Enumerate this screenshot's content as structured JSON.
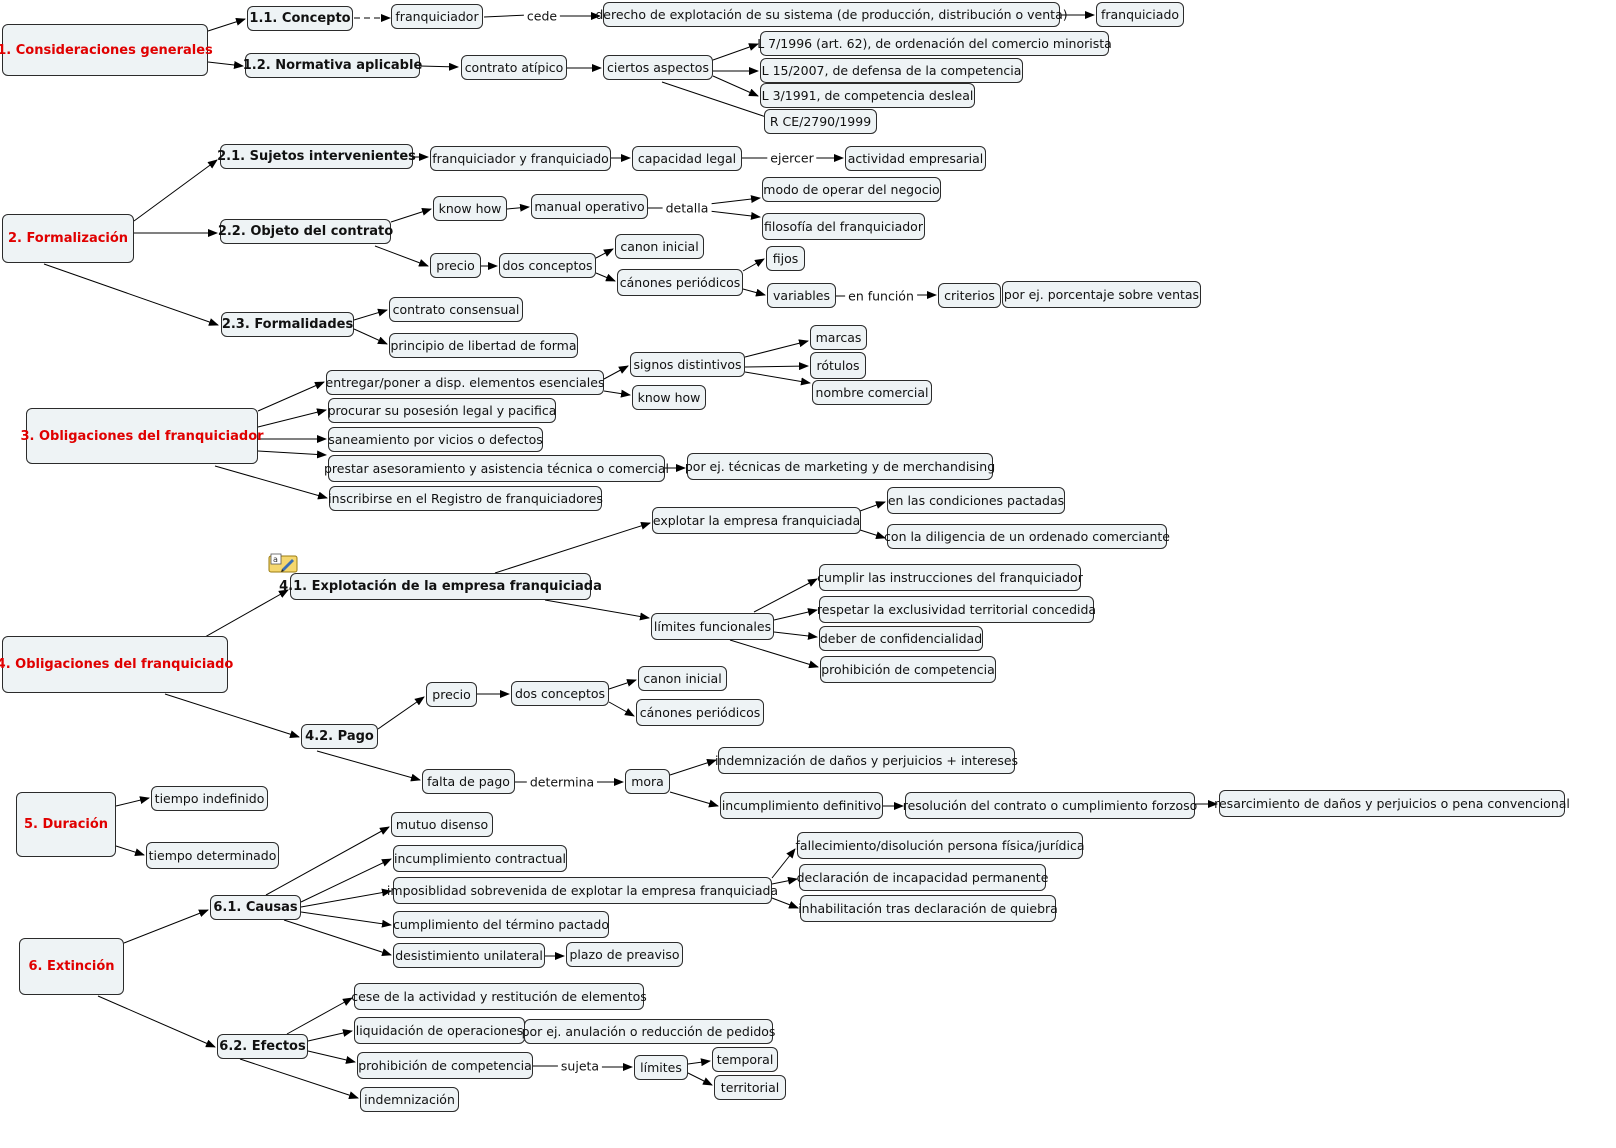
{
  "map": {
    "nodes": {
      "n1": "1. Consideraciones generales",
      "n11": "1.1. Concepto",
      "n11a": "franquiciador",
      "n11b": "derecho de explotación de su sistema (de producción, distribución o venta)",
      "n11c": "franquiciado",
      "n12": "1.2. Normativa aplicable",
      "n12a": "contrato atípico",
      "n12b": "ciertos aspectos",
      "n12c": "L 7/1996 (art. 62), de ordenación del comercio minorista",
      "n12d": "L 15/2007, de defensa de la competencia",
      "n12e": "L 3/1991, de competencia desleal",
      "n12f": "R CE/2790/1999",
      "n2": "2. Formalización",
      "n21": "2.1. Sujetos intervenientes",
      "n21a": "franquiciador y franquiciado",
      "n21b": "capacidad legal",
      "n21c": "actividad empresarial",
      "n22": "2.2. Objeto del contrato",
      "n22a": "know how",
      "n22b": "manual operativo",
      "n22c": "modo de operar del negocio",
      "n22d": "filosofía del franquiciador",
      "n22e": "precio",
      "n22f": "dos conceptos",
      "n22g": "canon inicial",
      "n22h": "cánones periódicos",
      "n22i": "fijos",
      "n22j": "variables",
      "n22k": "criterios",
      "n22l": "por ej. porcentaje sobre ventas",
      "n23": "2.3. Formalidades",
      "n23a": "contrato consensual",
      "n23b": "principio de libertad de forma",
      "n3": "3. Obligaciones del franquiciador",
      "n3a": "entregar/poner a disp. elementos esenciales",
      "n3a1": "signos distintivos",
      "n3a2": "know how",
      "n3a3": "marcas",
      "n3a4": "rótulos",
      "n3a5": "nombre comercial",
      "n3b": "procurar su posesión legal y pacifica",
      "n3c": "saneamiento por vicios o defectos",
      "n3d": "prestar asesoramiento y asistencia técnica o comercial",
      "n3d1": "por ej. técnicas de marketing y de merchandising",
      "n3e": "inscribirse en el Registro de franquiciadores",
      "n4": "4. Obligaciones del franquiciado",
      "n41": "4.1. Explotación de la empresa franquiciada",
      "n41a": "explotar la empresa franquiciada",
      "n41b": "en las condiciones pactadas",
      "n41c": "con la diligencia de un ordenado comerciante",
      "n41d": "límites funcionales",
      "n41e": "cumplir las instrucciones del franquiciador",
      "n41f": "respetar la exclusividad territorial concedida",
      "n41g": "deber de confidencialidad",
      "n41h": "prohibición de competencia",
      "n42": "4.2. Pago",
      "n42a": "precio",
      "n42b": "dos conceptos",
      "n42c": "canon inicial",
      "n42d": "cánones periódicos",
      "n42e": "falta de pago",
      "n42f": "mora",
      "n42g": "indemnización de daños y perjuicios + intereses",
      "n42h": "incumplimiento definitivo",
      "n42i": "resolución del contrato o cumplimiento forzoso",
      "n42j": "resarcimiento de daños y perjuicios o pena convencional",
      "n5": "5. Duración",
      "n5a": "tiempo indefinido",
      "n5b": "tiempo determinado",
      "n6": "6. Extinción",
      "n61": "6.1. Causas",
      "n61a": "mutuo disenso",
      "n61b": "incumplimiento contractual",
      "n61c": "imposiblidad sobrevenida de explotar la empresa franquiciada",
      "n61c1": "fallecimiento/disolución persona física/jurídica",
      "n61c2": "declaración de incapacidad permanente",
      "n61c3": "inhabilitación tras declaración de quiebra",
      "n61d": "cumplimiento del término pactado",
      "n61e": "desistimiento unilateral",
      "n61f": "plazo de preaviso",
      "n62": "6.2. Efectos",
      "n62a": "cese de la actividad y restitución de elementos",
      "n62b": "liquidación de operaciones",
      "n62c": "por ej. anulación o reducción de pedidos",
      "n62d": "prohibición de competencia",
      "n62e": "límites",
      "n62f": "temporal",
      "n62g": "territorial",
      "n62h": "indemnización"
    },
    "edge_labels": {
      "cede": "cede",
      "ejercer": "ejercer",
      "detalla": "detalla",
      "en_funcion": "en función",
      "determina": "determina",
      "sujeta": "sujeta"
    },
    "icons": {
      "note": "annotation-note-icon"
    },
    "colors": {
      "topic_text": "#e00000",
      "node_fill": "#eef3f5",
      "border": "#2b2b2b"
    }
  }
}
